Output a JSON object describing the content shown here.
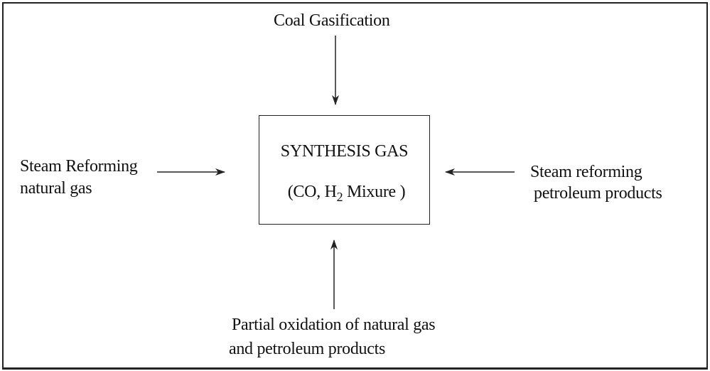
{
  "diagram": {
    "center": {
      "title": "SYNTHESIS GAS",
      "formula_prefix": "(CO, H",
      "formula_subscript": "2",
      "formula_suffix": " Mixure )"
    },
    "inputs": {
      "top": {
        "line1": "Coal Gasification"
      },
      "left": {
        "line1": "Steam Reforming",
        "line2": "natural gas"
      },
      "right": {
        "line1": "Steam reforming",
        "line2": "petroleum products"
      },
      "bottom": {
        "line1": "Partial oxidation of natural gas",
        "line2": "and petroleum products"
      }
    },
    "edges": [
      {
        "from": "top",
        "to": "center"
      },
      {
        "from": "left",
        "to": "center"
      },
      {
        "from": "right",
        "to": "center"
      },
      {
        "from": "bottom",
        "to": "center"
      }
    ]
  }
}
